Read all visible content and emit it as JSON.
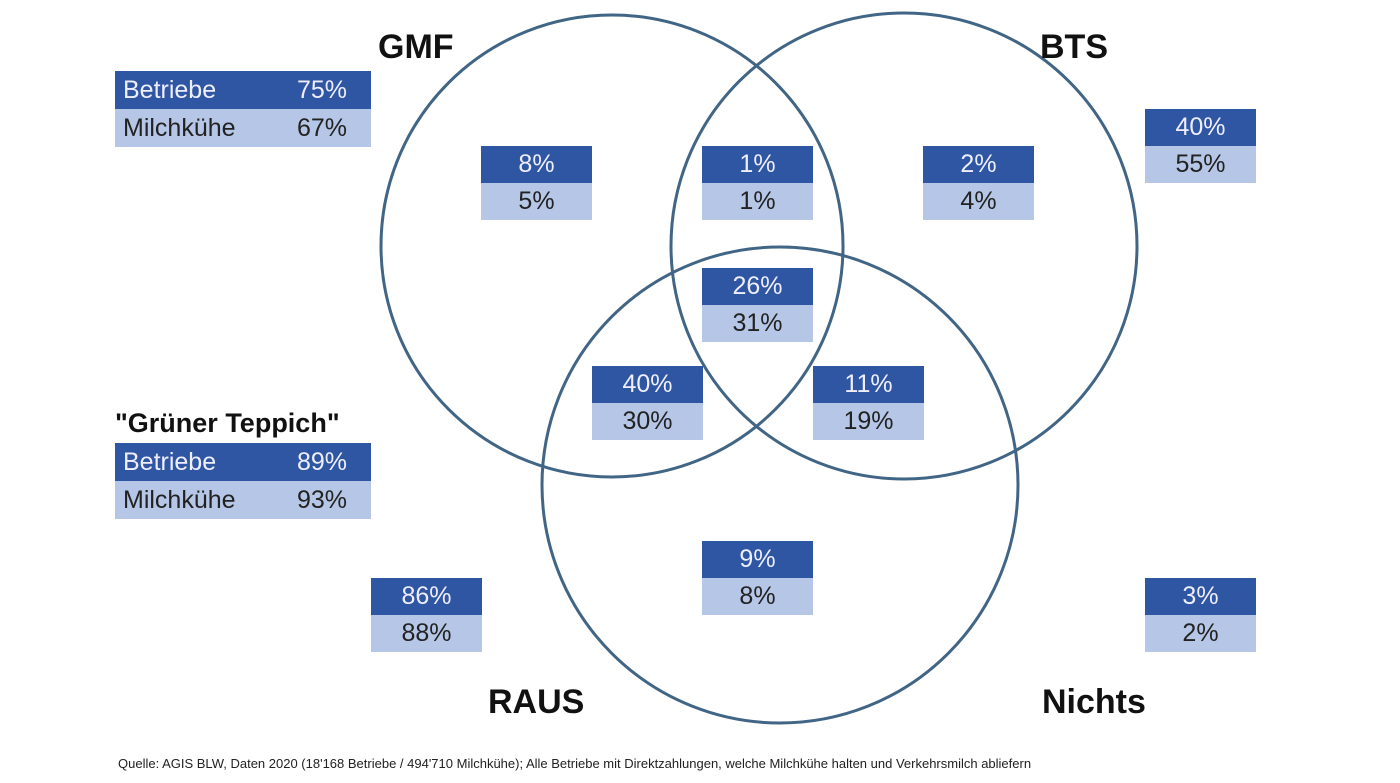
{
  "colors": {
    "dark": "#2f56a3",
    "light": "#b6c6e6",
    "circle": "#416585"
  },
  "sets": {
    "gmf": "GMF",
    "bts": "BTS",
    "raus": "RAUS",
    "none": "Nichts"
  },
  "legend_top": {
    "row1_label": "Betriebe",
    "row1_value": "75%",
    "row2_label": "Milchkühe",
    "row2_value": "67%"
  },
  "legend_green": {
    "title": "\"Grüner Teppich\"",
    "row1_label": "Betriebe",
    "row1_value": "89%",
    "row2_label": "Milchkühe",
    "row2_value": "93%"
  },
  "regions": [
    {
      "name": "gmf-only",
      "betriebe": "8%",
      "kuehe": "5%"
    },
    {
      "name": "gmf-bts",
      "betriebe": "1%",
      "kuehe": "1%"
    },
    {
      "name": "bts-only",
      "betriebe": "2%",
      "kuehe": "4%"
    },
    {
      "name": "bts-total",
      "betriebe": "40%",
      "kuehe": "55%"
    },
    {
      "name": "all-three",
      "betriebe": "26%",
      "kuehe": "31%"
    },
    {
      "name": "gmf-raus",
      "betriebe": "40%",
      "kuehe": "30%"
    },
    {
      "name": "bts-raus",
      "betriebe": "11%",
      "kuehe": "19%"
    },
    {
      "name": "raus-only",
      "betriebe": "9%",
      "kuehe": "8%"
    },
    {
      "name": "raus-total",
      "betriebe": "86%",
      "kuehe": "88%"
    },
    {
      "name": "nichts",
      "betriebe": "3%",
      "kuehe": "2%"
    }
  ],
  "footer": "Quelle: AGIS BLW, Daten 2020 (18'168 Betriebe / 494'710 Milchkühe); Alle Betriebe mit Direktzahlungen, welche Milchkühe halten und Verkehrsmilch abliefern"
}
